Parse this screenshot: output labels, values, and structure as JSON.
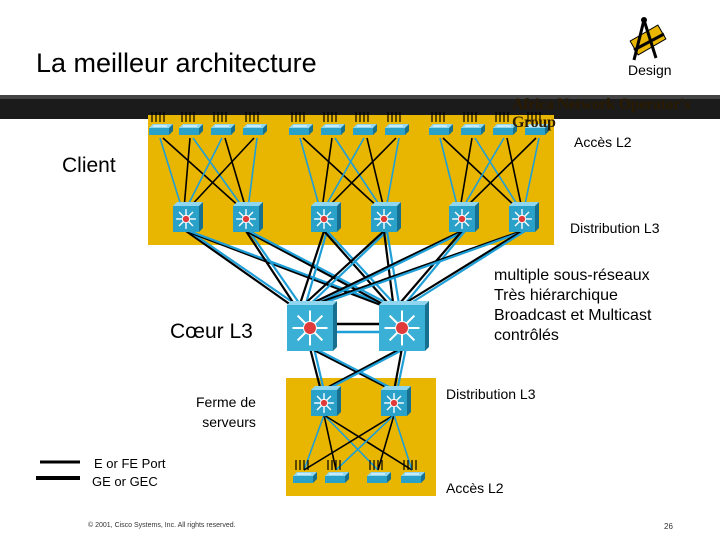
{
  "slide": {
    "title": "La meilleur architecture",
    "design_label": "Design",
    "logo_text": "Africa Network Operator's Group",
    "page_number": "26",
    "copyright": "© 2001, Cisco Systems, Inc. All rights reserved."
  },
  "labels": {
    "acces_top": "Accès L2",
    "client": "Client",
    "distribution_top": "Distribution L3",
    "coeur": "Cœur L3",
    "ferme_line1": "Ferme de",
    "ferme_line2": "serveurs",
    "distribution_bottom": "Distribution L3",
    "acces_bottom": "Accès L2"
  },
  "notes": [
    "multiple sous-réseaux",
    "Très hiérarchique",
    "Broadcast et Multicast",
    "contrôlés"
  ],
  "legend": {
    "line1": "E or FE Port",
    "line2": "GE or GEC"
  },
  "colors": {
    "module_fill": "#e8b600",
    "switch_fill": "#2aa1c8",
    "switch_dark": "#17708f",
    "core_fill": "#3ab0d6",
    "link_blue": "#1f9fd8",
    "link_black": "#000000",
    "bar": "#1b1b1b"
  },
  "icons": [
    "masonic-compass-icon",
    "layer3-switch-icon",
    "access-switch-icon"
  ]
}
